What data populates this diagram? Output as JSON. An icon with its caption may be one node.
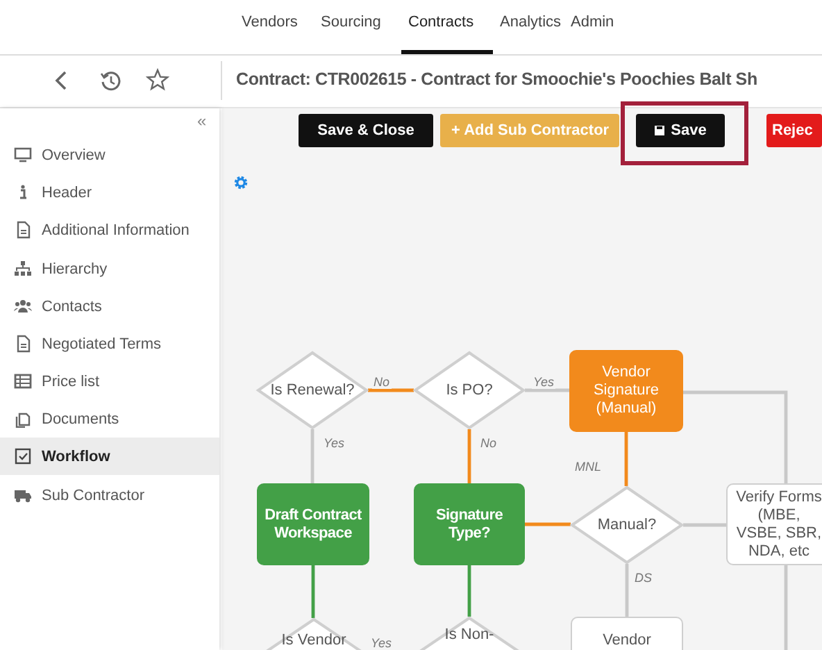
{
  "diagram": {
    "title": "Contract: CTR002615 - Contract for Smoochie's Poochies Balt Sh",
    "nodes": [
      {
        "text": [
          "Is Renewal?"
        ]
      },
      {
        "text": [
          "Is PO?"
        ]
      },
      {
        "text": [
          "Vendor Signature (Manual)"
        ]
      },
      {
        "text": [
          "Draft Contract Workspace"
        ]
      },
      {
        "text": [
          "Signature Type?"
        ]
      },
      {
        "text": [
          "Manual?"
        ]
      },
      {
        "text": [
          "Verify Forms (MBE, VSBE, SBR, NDA, etc"
        ]
      },
      {
        "text": [
          "Is Vendor"
        ]
      },
      {
        "text": [
          "Is Non-"
        ]
      },
      {
        "text": [
          "Vendor"
        ]
      }
    ],
    "edges": [
      {
        "from": 0,
        "to": 1,
        "arrow": "none",
        "label": "No",
        "color": "#f28a1c"
      },
      {
        "from": 1,
        "to": 2,
        "arrow": "none",
        "label": "Yes"
      },
      {
        "from": 0,
        "to": 3,
        "arrow": "none",
        "label": "Yes"
      },
      {
        "from": 1,
        "to": 4,
        "arrow": "none",
        "label": "No",
        "color": "#f28a1c"
      },
      {
        "from": 2,
        "to": 5,
        "arrow": "none",
        "label": "MNL",
        "color": "#f28a1c"
      },
      {
        "from": 4,
        "to": 5,
        "arrow": "none",
        "color": "#f28a1c"
      },
      {
        "from": 5,
        "to": 6,
        "arrow": "none"
      },
      {
        "from": 2,
        "to": 6,
        "arrow": "none"
      },
      {
        "from": 5,
        "to": 9,
        "arrow": "none",
        "label": "DS"
      },
      {
        "from": 3,
        "to": 7,
        "arrow": "none",
        "color": "#43a047"
      },
      {
        "from": 4,
        "to": 8,
        "arrow": "none",
        "color": "#43a047"
      },
      {
        "from": 6,
        "to": null,
        "arrow": "none"
      }
    ],
    "labels": [
      "Vendors",
      "Sourcing",
      "Contracts",
      "Analytics",
      "Admin",
      "«",
      "Overview",
      "Header",
      "Additional Information",
      "Hierarchy",
      "Contacts",
      "Negotiated Terms",
      "Price list",
      "Documents",
      "Workflow",
      "Sub Contractor",
      "Save & Close",
      "+ Add Sub Contractor",
      "Save",
      "Rejec",
      "Yes"
    ]
  }
}
